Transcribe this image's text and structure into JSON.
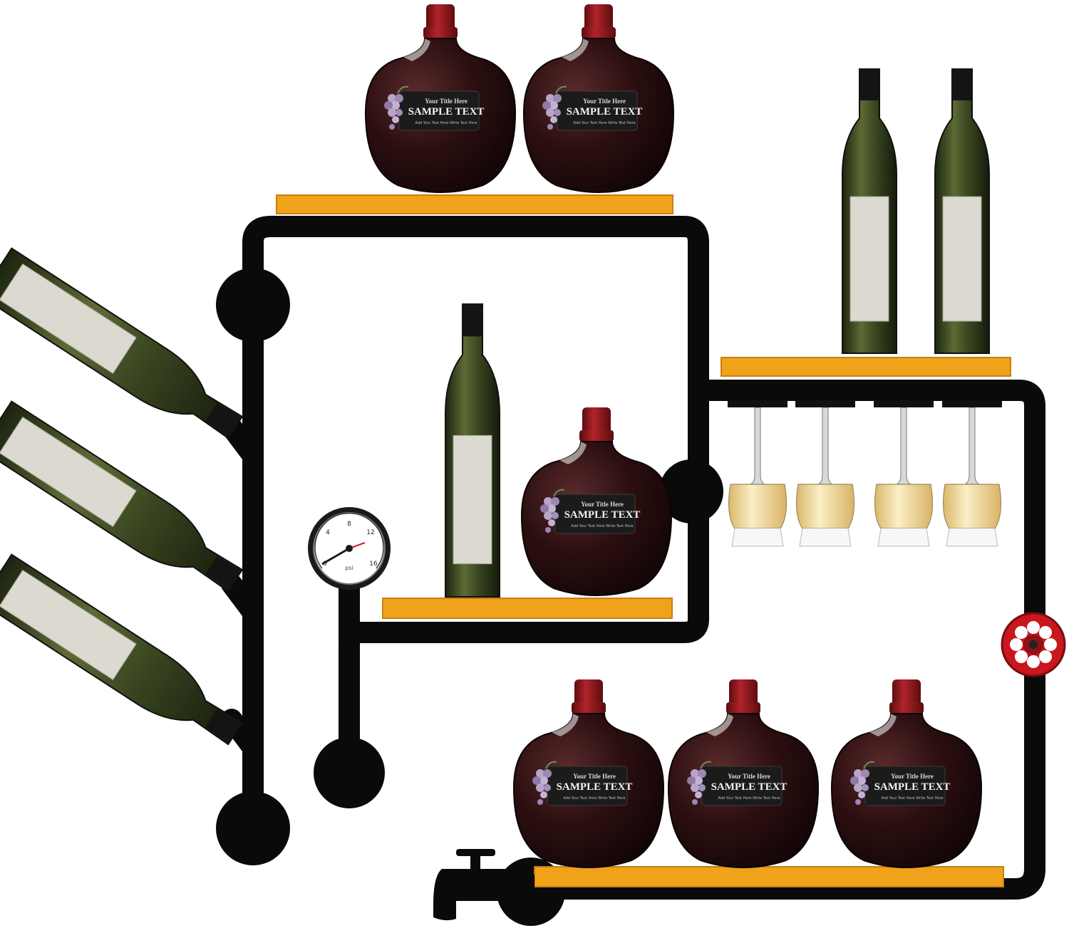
{
  "colors": {
    "pipe": "#0a0a0a",
    "shelf": "#f0a21b",
    "shelf_edge": "#c97f0e",
    "green_bottle": "#2f3a1c",
    "green_highlight": "#5c6b34",
    "paper_label": "#d9d6cf",
    "round_bottle": "#2a0d0e",
    "wax_cap": "#8a1418",
    "wine_in_glass": "#f3d99a",
    "valve_wheel": "#c8171d",
    "gauge_face": "#ffffff"
  },
  "round_bottle_label": {
    "line1": "Your Title Here",
    "line2": "SAMPLE TEXT",
    "line3": "Add Your Text Here Write Text Here"
  },
  "gauge": {
    "ticks": [
      "0",
      "4",
      "8",
      "12",
      "16"
    ],
    "unit": "psi"
  },
  "icons": [
    "grape-cluster-icon",
    "valve-wheel-icon",
    "faucet-icon",
    "pressure-gauge-icon"
  ]
}
